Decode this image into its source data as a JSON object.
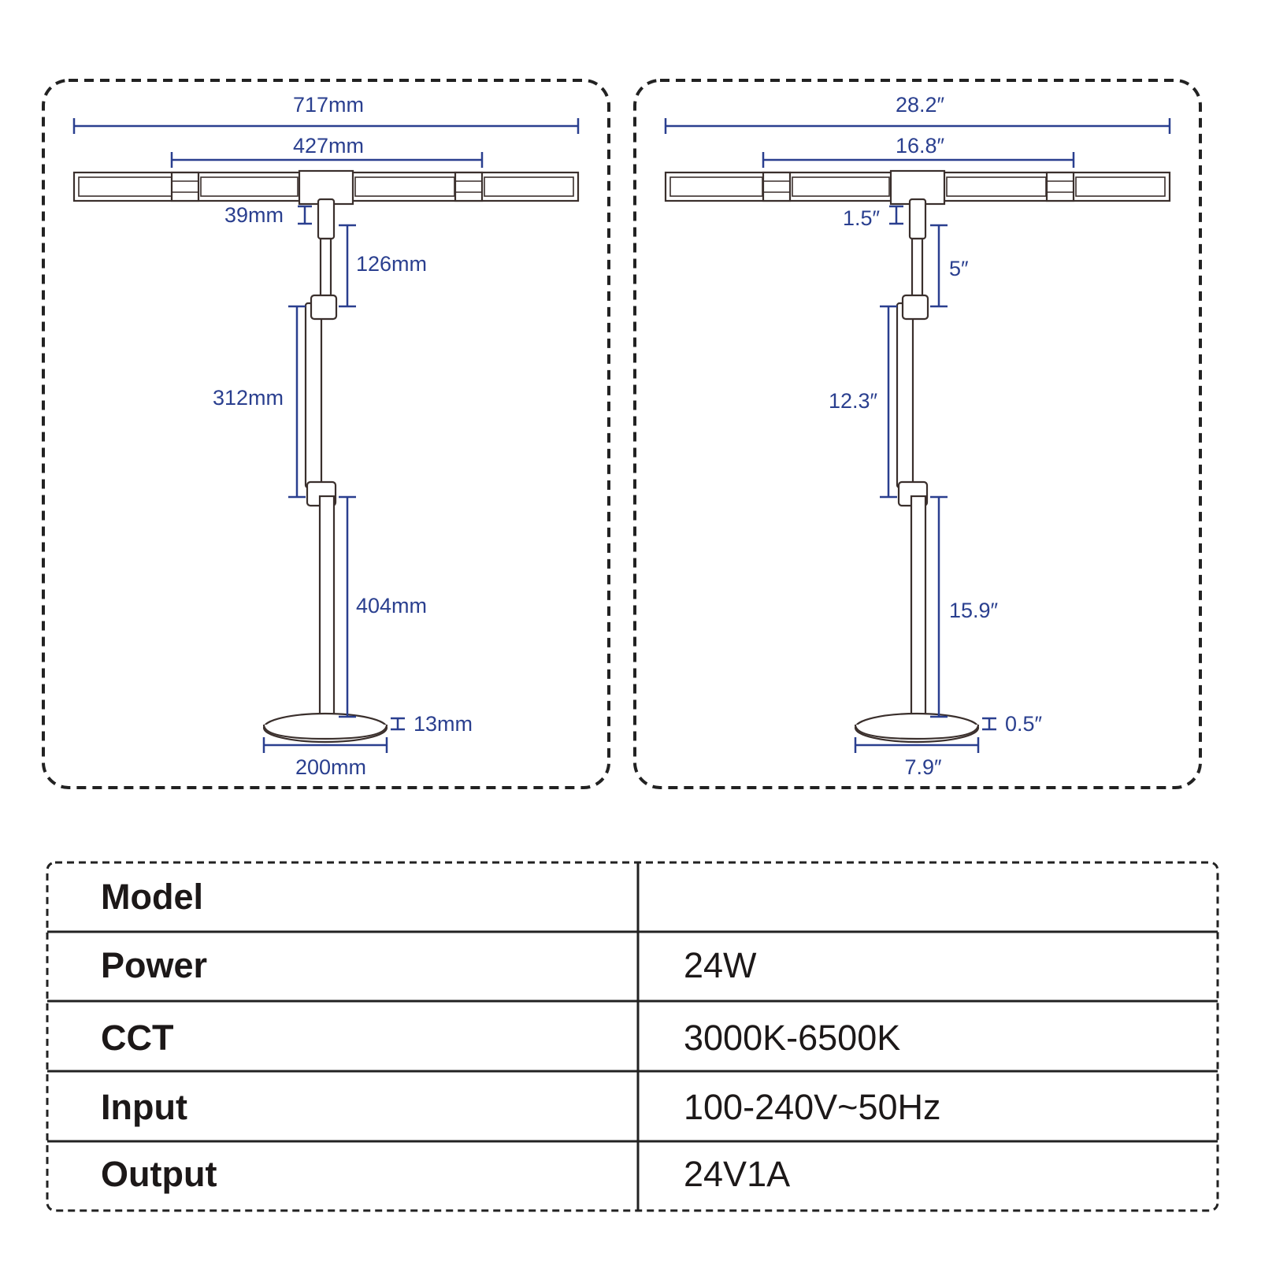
{
  "colors": {
    "dimension": "#2a3f8f",
    "lamp_outline": "#3a2f2c",
    "text": "#1c1818",
    "frame": "#222222"
  },
  "metric_panel": {
    "overall_width": "717mm",
    "inner_width": "427mm",
    "head_offset": "39mm",
    "upper_arm": "126mm",
    "middle_arm": "312mm",
    "lower_arm": "404mm",
    "base_thickness": "13mm",
    "base_diameter": "200mm"
  },
  "imperial_panel": {
    "overall_width": "28.2″",
    "inner_width": "16.8″",
    "head_offset": "1.5″",
    "upper_arm": "5″",
    "middle_arm": "12.3″",
    "lower_arm": "15.9″",
    "base_thickness": "0.5″",
    "base_diameter": "7.9″"
  },
  "specs": [
    {
      "label": "Model",
      "value": ""
    },
    {
      "label": "Power",
      "value": "24W"
    },
    {
      "label": "CCT",
      "value": "3000K-6500K"
    },
    {
      "label": "Input",
      "value": "100-240V~50Hz"
    },
    {
      "label": "Output",
      "value": "24V1A"
    }
  ]
}
